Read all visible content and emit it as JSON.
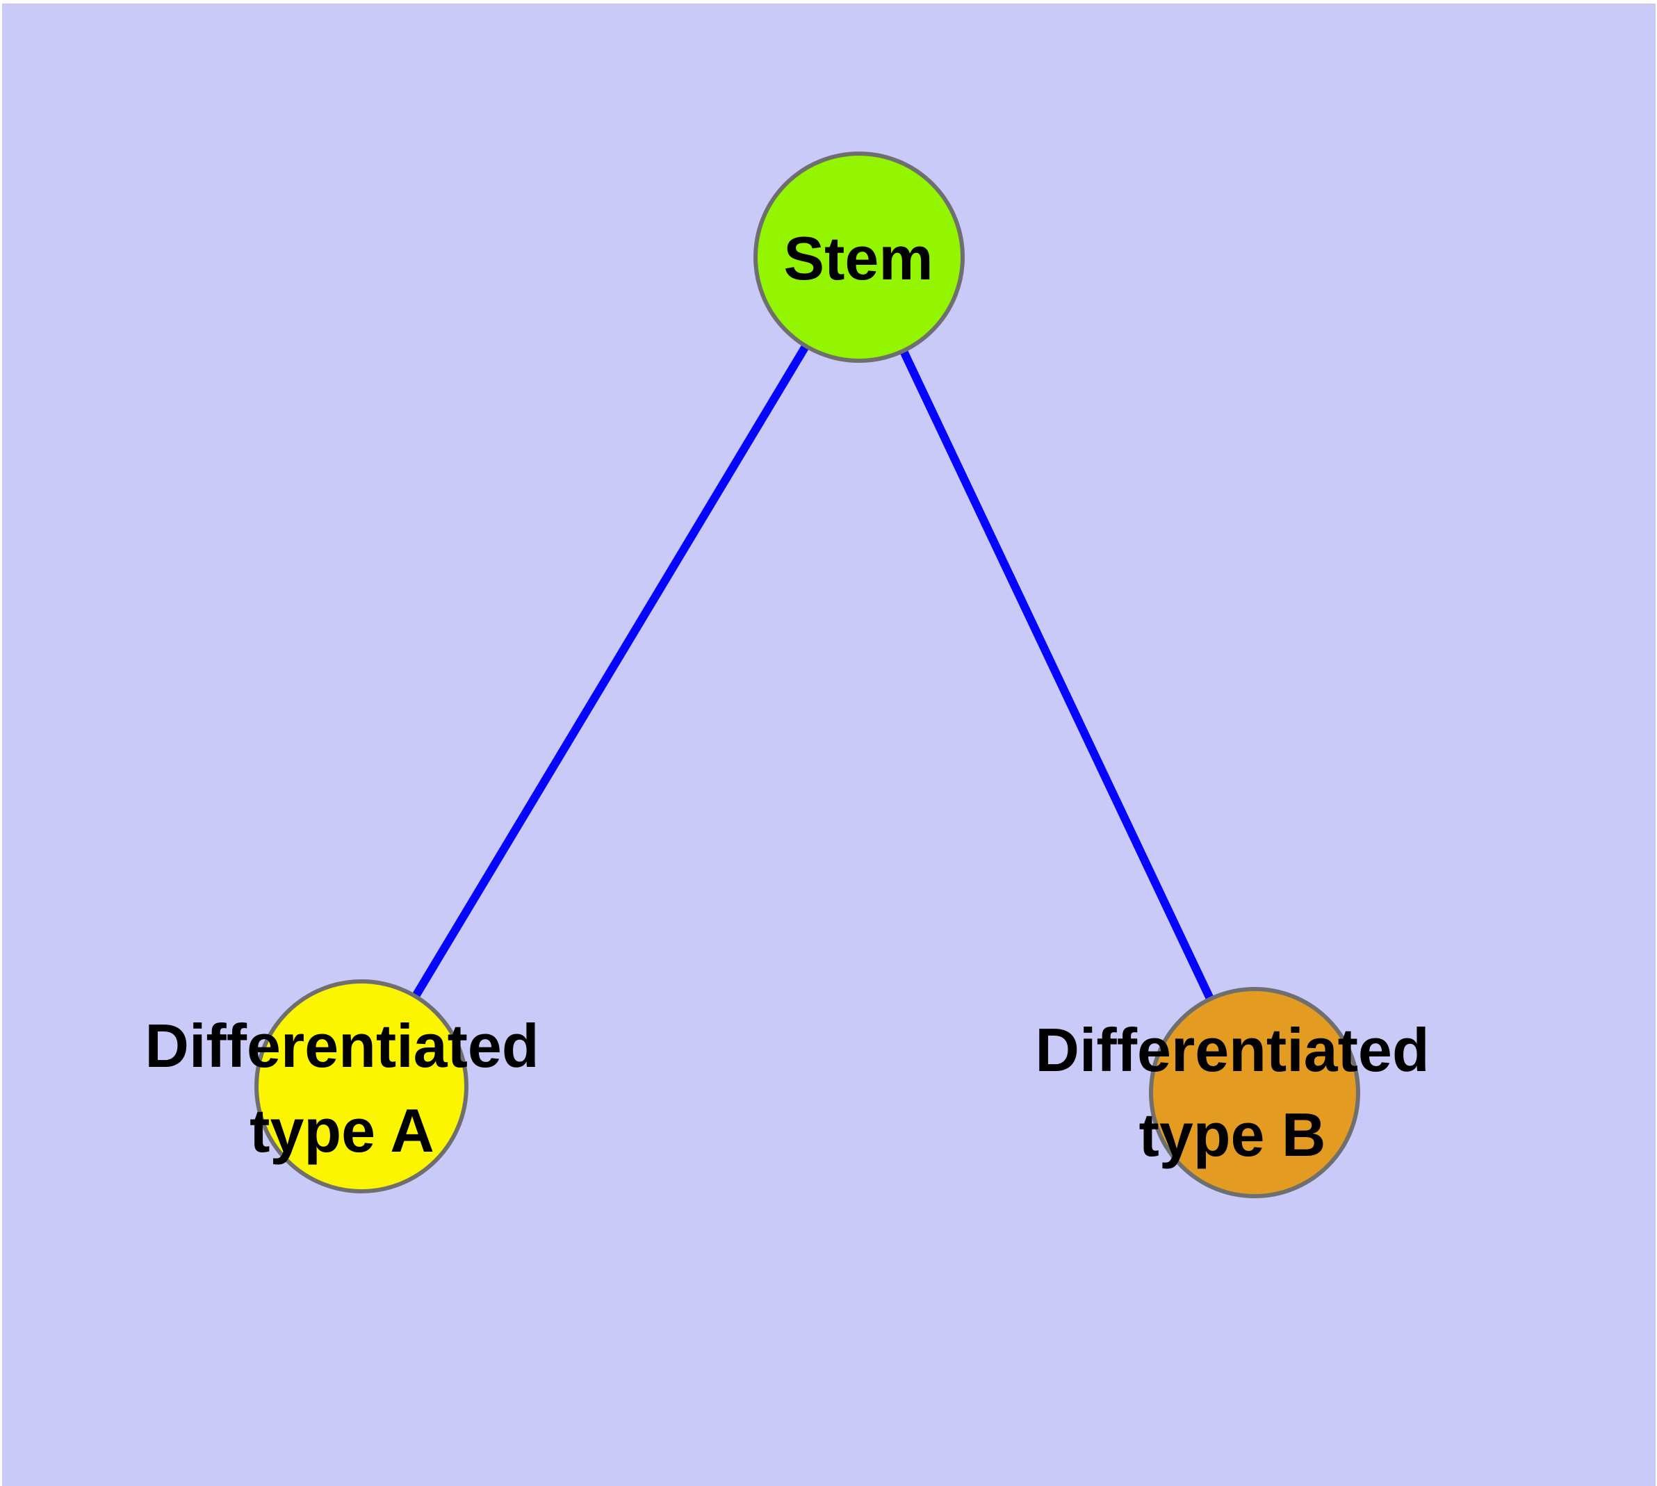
{
  "diagram": {
    "type": "node-link-graph",
    "background_color": "#CACAF8",
    "margin_color": "#FFFFFF",
    "edge_color": "#0505FF",
    "node_border_color": "#6F6F6F",
    "label_color": "#000000",
    "nodes": [
      {
        "id": "stem",
        "label": "Stem",
        "line1": "Stem",
        "line2": "",
        "fill": "#93F500"
      },
      {
        "id": "type_a",
        "label": "Differentiated type A",
        "line1": "Differentiated",
        "line2": "type A",
        "fill": "#FCF500"
      },
      {
        "id": "type_b",
        "label": "Differentiated type B",
        "line1": "Differentiated",
        "line2": "type B",
        "fill": "#E49B22"
      }
    ],
    "edges": [
      {
        "from": "Stem",
        "to": "Differentiated type A"
      },
      {
        "from": "Stem",
        "to": "Differentiated type B"
      }
    ]
  }
}
